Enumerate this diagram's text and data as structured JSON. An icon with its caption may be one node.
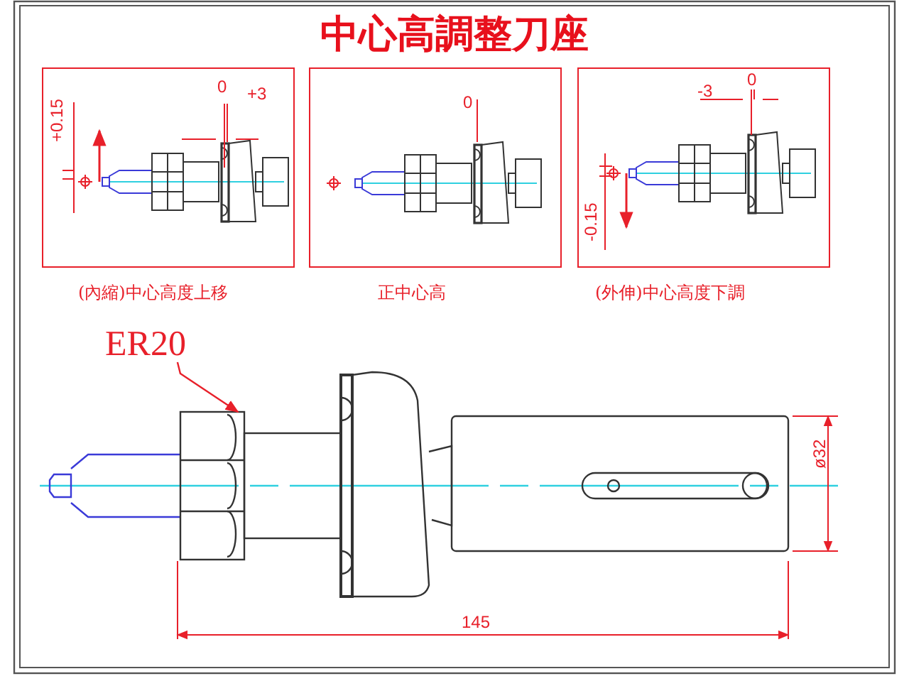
{
  "diagram": {
    "title": "中心高調整刀座",
    "nodes": [
      {
        "text": [
          "ER20"
        ]
      },
      {
        "text": [],
        "shape": "picture"
      }
    ],
    "edges": [
      {
        "from": 0,
        "to": 1,
        "arrow": "to"
      }
    ],
    "labels": [
      "+0.15",
      "0",
      "+3",
      "0",
      "-3",
      "0",
      "-0.15",
      "(內縮)中心高度上移",
      "正中心高",
      "(外伸)中心高度下調",
      "145",
      "ø32"
    ]
  }
}
